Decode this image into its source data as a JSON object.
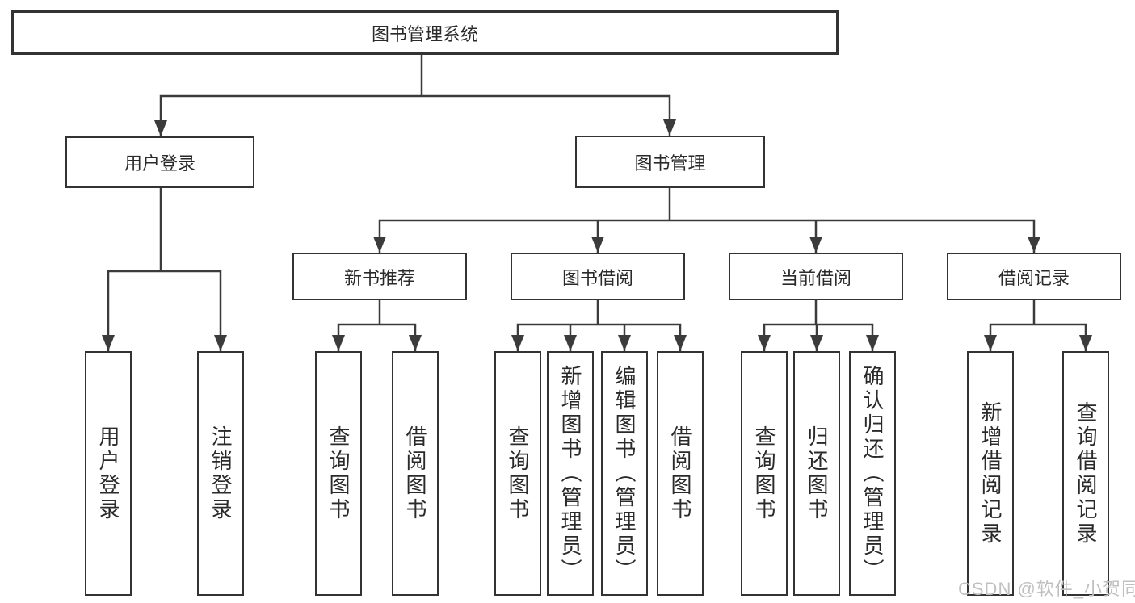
{
  "tree": {
    "root": {
      "label": "图书管理系统",
      "children": [
        {
          "label": "用户登录",
          "children": [
            {
              "label": "用户登录"
            },
            {
              "label": "注销登录"
            }
          ]
        },
        {
          "label": "图书管理",
          "children": [
            {
              "label": "新书推荐",
              "children": [
                {
                  "label": "查询图书"
                },
                {
                  "label": "借阅图书"
                }
              ]
            },
            {
              "label": "图书借阅",
              "children": [
                {
                  "label": "查询图书"
                },
                {
                  "label": "新增图书（管理员）"
                },
                {
                  "label": "编辑图书（管理员）"
                },
                {
                  "label": "借阅图书"
                }
              ]
            },
            {
              "label": "当前借阅",
              "children": [
                {
                  "label": "查询图书"
                },
                {
                  "label": "归还图书"
                },
                {
                  "label": "确认归还（管理员）"
                }
              ]
            },
            {
              "label": "借阅记录",
              "children": [
                {
                  "label": "新增借阅记录"
                },
                {
                  "label": "查询借阅记录"
                }
              ]
            }
          ]
        }
      ]
    }
  },
  "watermark": {
    "text": "CSDN @软件_小贺同学"
  },
  "colors": {
    "line": "#3b3b3b",
    "box_border": "#333333",
    "text": "#2a2a2a",
    "watermark": "#c0c0c0",
    "background": "#ffffff"
  }
}
